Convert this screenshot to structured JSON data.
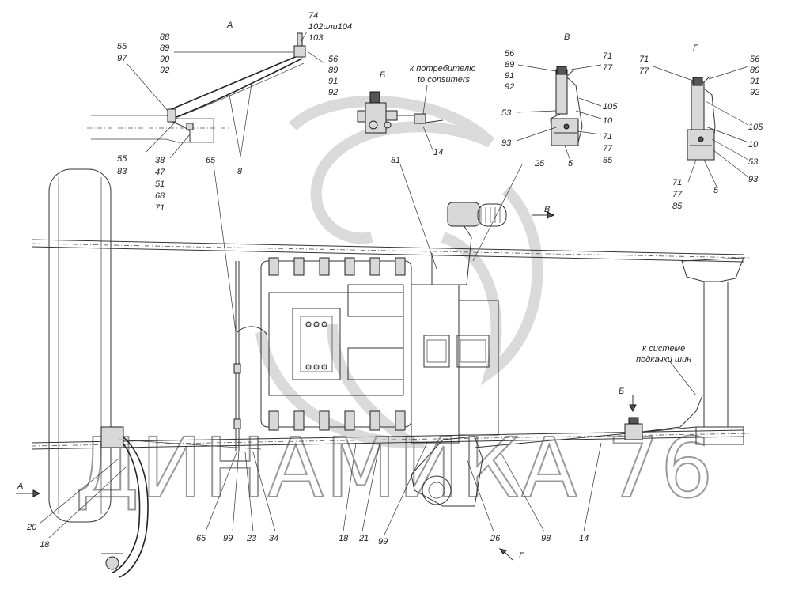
{
  "views": {
    "a": "А",
    "b": "Б",
    "v": "В",
    "g": "Г"
  },
  "notes": {
    "consumers_ru": "к потребителю",
    "consumers_en": "to consumers",
    "tires_1": "к системе",
    "tires_2": "подкачки шин"
  },
  "watermark": "ДИНАМИКА 76",
  "callouts": {
    "a_left_top": [
      "55",
      "97"
    ],
    "a_mid_top": [
      "88",
      "89",
      "90",
      "92"
    ],
    "a_right_top": [
      "74",
      "102или104",
      "103"
    ],
    "a_right_mid": [
      "56",
      "89",
      "91",
      "92"
    ],
    "a_left_bottom": [
      "55",
      "83"
    ],
    "a_mid_bottom": [
      "38",
      "47",
      "51",
      "68",
      "71"
    ],
    "a_65": "65",
    "a_8": "8",
    "b_14": "14",
    "v_left_top": [
      "56",
      "89",
      "91",
      "92"
    ],
    "v_right_top": [
      "71",
      "77"
    ],
    "v_53": "53",
    "v_93": "93",
    "v_105": "105",
    "v_10": "10",
    "v_right_bottom": [
      "71",
      "77",
      "85"
    ],
    "v_5": "5",
    "g_left_top": [
      "71",
      "77"
    ],
    "g_right_top": [
      "56",
      "89",
      "91",
      "92"
    ],
    "g_105": "105",
    "g_10": "10",
    "g_53": "53",
    "g_93": "93",
    "g_left_bottom": [
      "71",
      "77",
      "85"
    ],
    "g_5": "5",
    "m_81": "81",
    "m_25": "25",
    "m_v_arrow": "В",
    "m_b_arrow": "Б",
    "m_a_arrow": "А",
    "m_g_arrow": "Г",
    "bottom": [
      "20",
      "18",
      "65",
      "99",
      "23",
      "34",
      "18",
      "21",
      "99",
      "26",
      "98",
      "14"
    ]
  }
}
